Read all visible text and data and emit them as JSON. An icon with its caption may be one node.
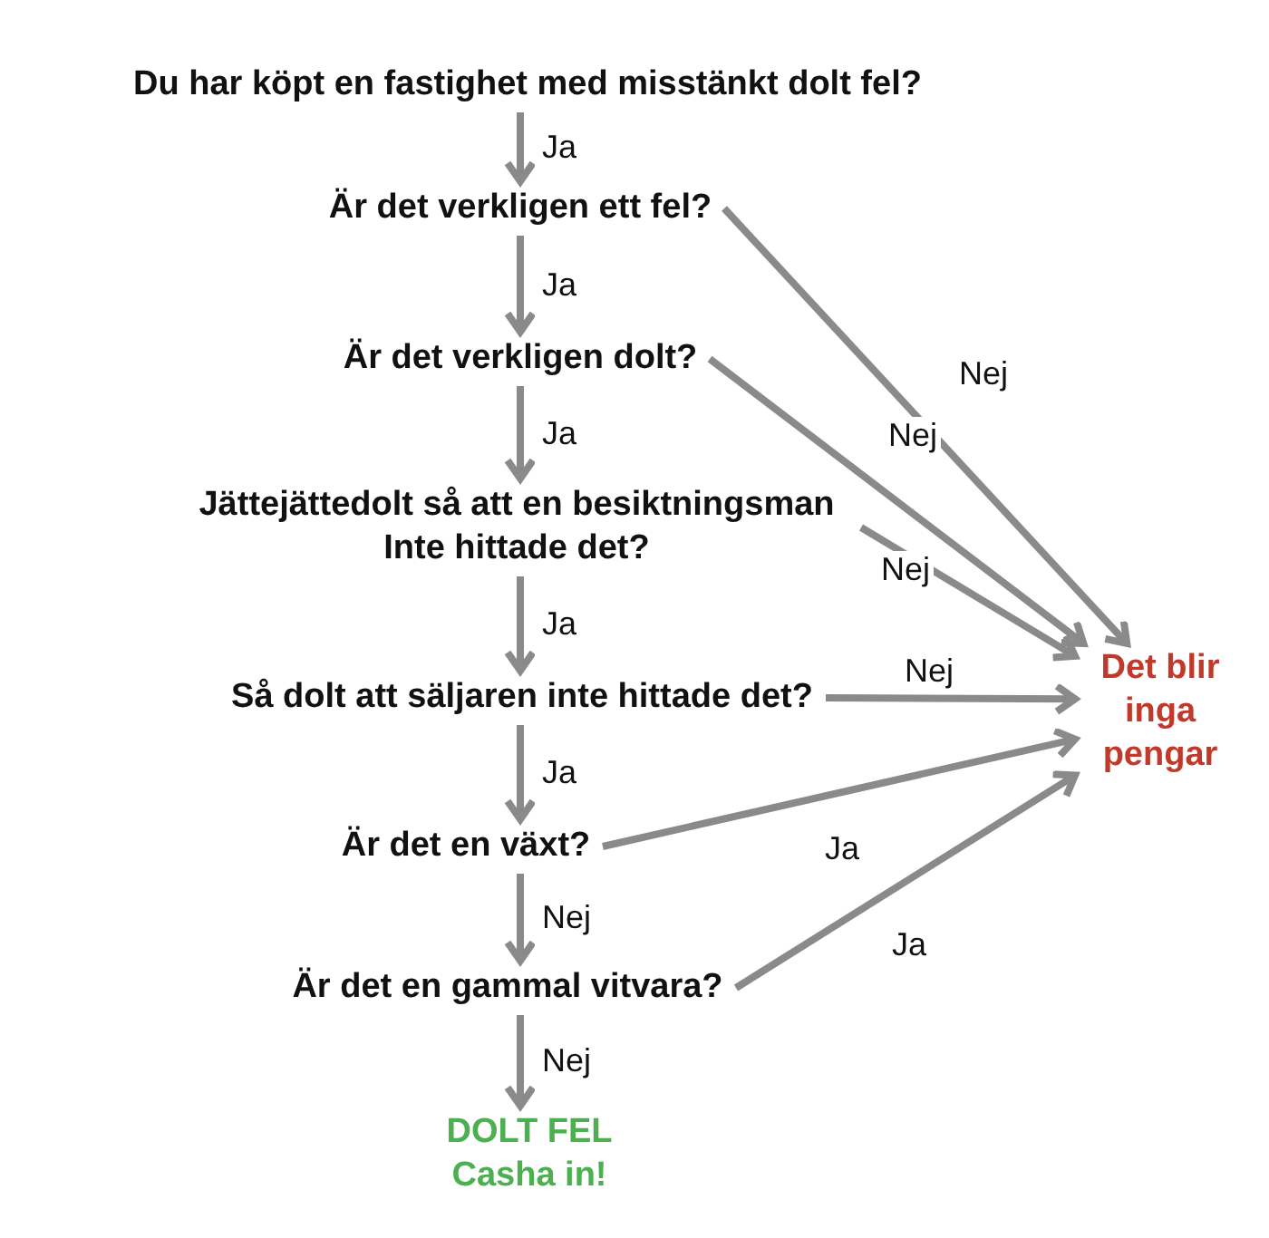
{
  "diagram": {
    "nodes": [
      {
        "text": [
          "Du har köpt en fastighet med misstänkt dolt fel?"
        ]
      },
      {
        "text": [
          "Är det verkligen ett fel?"
        ]
      },
      {
        "text": [
          "Är det verkligen dolt?"
        ]
      },
      {
        "text": [
          "Jättejättedolt så att en besiktningsman Inte hittade det?"
        ]
      },
      {
        "text": [
          "Så dolt att säljaren inte hittade det?"
        ]
      },
      {
        "text": [
          "Är det en växt?"
        ]
      },
      {
        "text": [
          "Är det en gammal vitvara?"
        ]
      },
      {
        "text": [
          "DOLT FEL Casha in!"
        ]
      },
      {
        "text": [
          "Det blir inga pengar"
        ]
      }
    ],
    "edges": [
      {
        "from": 0,
        "to": 1,
        "arrow": "to",
        "label": "Ja"
      },
      {
        "from": 1,
        "to": 2,
        "arrow": "to",
        "label": "Ja"
      },
      {
        "from": 2,
        "to": 3,
        "arrow": "to",
        "label": "Ja"
      },
      {
        "from": 3,
        "to": 4,
        "arrow": "to",
        "label": "Ja"
      },
      {
        "from": 4,
        "to": 5,
        "arrow": "to",
        "label": "Ja"
      },
      {
        "from": 5,
        "to": 6,
        "arrow": "to",
        "label": "Nej"
      },
      {
        "from": 6,
        "to": 7,
        "arrow": "to",
        "label": "Nej"
      },
      {
        "from": 1,
        "to": 8,
        "arrow": "to",
        "label": "Nej"
      },
      {
        "from": 2,
        "to": 8,
        "arrow": "to",
        "label": "Nej"
      },
      {
        "from": 3,
        "to": 8,
        "arrow": "to",
        "label": "Nej"
      },
      {
        "from": 4,
        "to": 8,
        "arrow": "to",
        "label": "Nej"
      },
      {
        "from": 5,
        "to": 8,
        "arrow": "to",
        "label": "Ja"
      },
      {
        "from": 6,
        "to": 8,
        "arrow": "to",
        "label": "Ja"
      }
    ]
  }
}
